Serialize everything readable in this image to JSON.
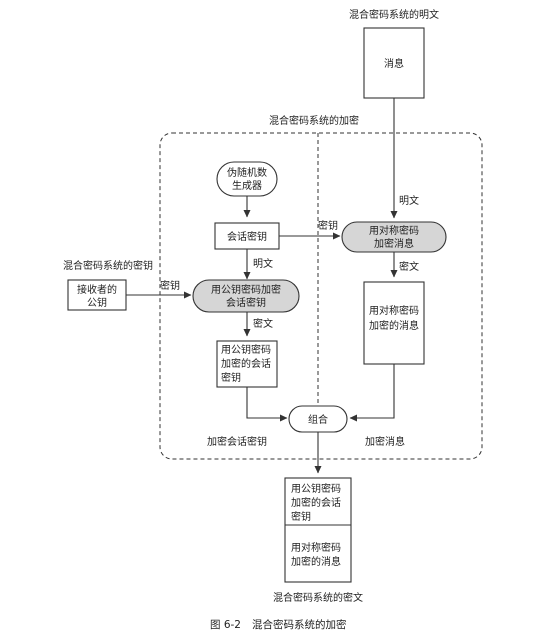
{
  "diagram": {
    "plaintext_label": "混合密码系统的明文",
    "message_box": "消息",
    "encryption_region_label": "混合密码系统的加密",
    "prng_line1": "伪随机数",
    "prng_line2": "生成器",
    "session_key_box": "会话密钥",
    "sym_encrypt_line1": "用对称密码",
    "sym_encrypt_line2": "加密消息",
    "edge_plaintext_right": "明文",
    "edge_key_top": "密钥",
    "edge_ciphertext_right": "密文",
    "encrypted_msg_line1": "用对称密码",
    "encrypted_msg_line2": "加密的消息",
    "keys_label": "混合密码系统的密钥",
    "receiver_line1": "接收者的",
    "receiver_line2": "公钥",
    "edge_key_left": "密钥",
    "edge_plaintext_mid": "明文",
    "pub_encrypt_line1": "用公钥密码加密",
    "pub_encrypt_line2": "会话密钥",
    "edge_ciphertext_mid": "密文",
    "enc_session_line1": "用公钥密码",
    "enc_session_line2": "加密的会话",
    "enc_session_line3": "密钥",
    "combine_label": "组合",
    "enc_session_region_label": "加密会话密钥",
    "enc_msg_region_label": "加密消息",
    "out_top_line1": "用公钥密码",
    "out_top_line2": "加密的会话",
    "out_top_line3": "密钥",
    "out_bottom_line1": "用对称密码",
    "out_bottom_line2": "加密的消息",
    "ciphertext_label": "混合密码系统的密文"
  },
  "caption": {
    "figure_number": "图 6-2",
    "title": "混合密码系统的加密"
  }
}
